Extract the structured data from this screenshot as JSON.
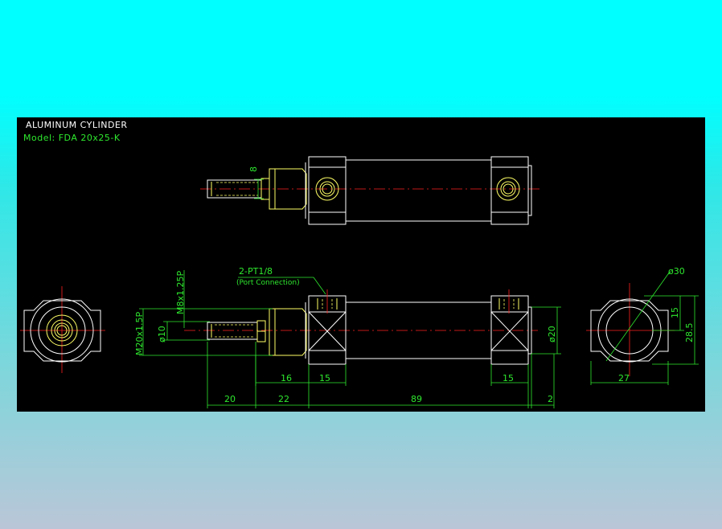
{
  "title": "ALUMINUM CYLINDER",
  "model": "Model: FDA 20x25-K",
  "callout": {
    "port": "2-PT1/8",
    "port_note": "(Port Connection)"
  },
  "dims": {
    "rod_top_width": "8",
    "rod_thread": "M8x1.25P",
    "body_thread": "M20x1.5P",
    "rod_dia": "ø10",
    "bore_dia": "ø20",
    "outer_dia": "ø30",
    "d16": "16",
    "d15_left": "15",
    "d15_right": "15",
    "d20": "20",
    "d22": "22",
    "d89": "89",
    "d2": "2",
    "d27": "27",
    "d15_side": "15",
    "d28_5": "28.5"
  }
}
